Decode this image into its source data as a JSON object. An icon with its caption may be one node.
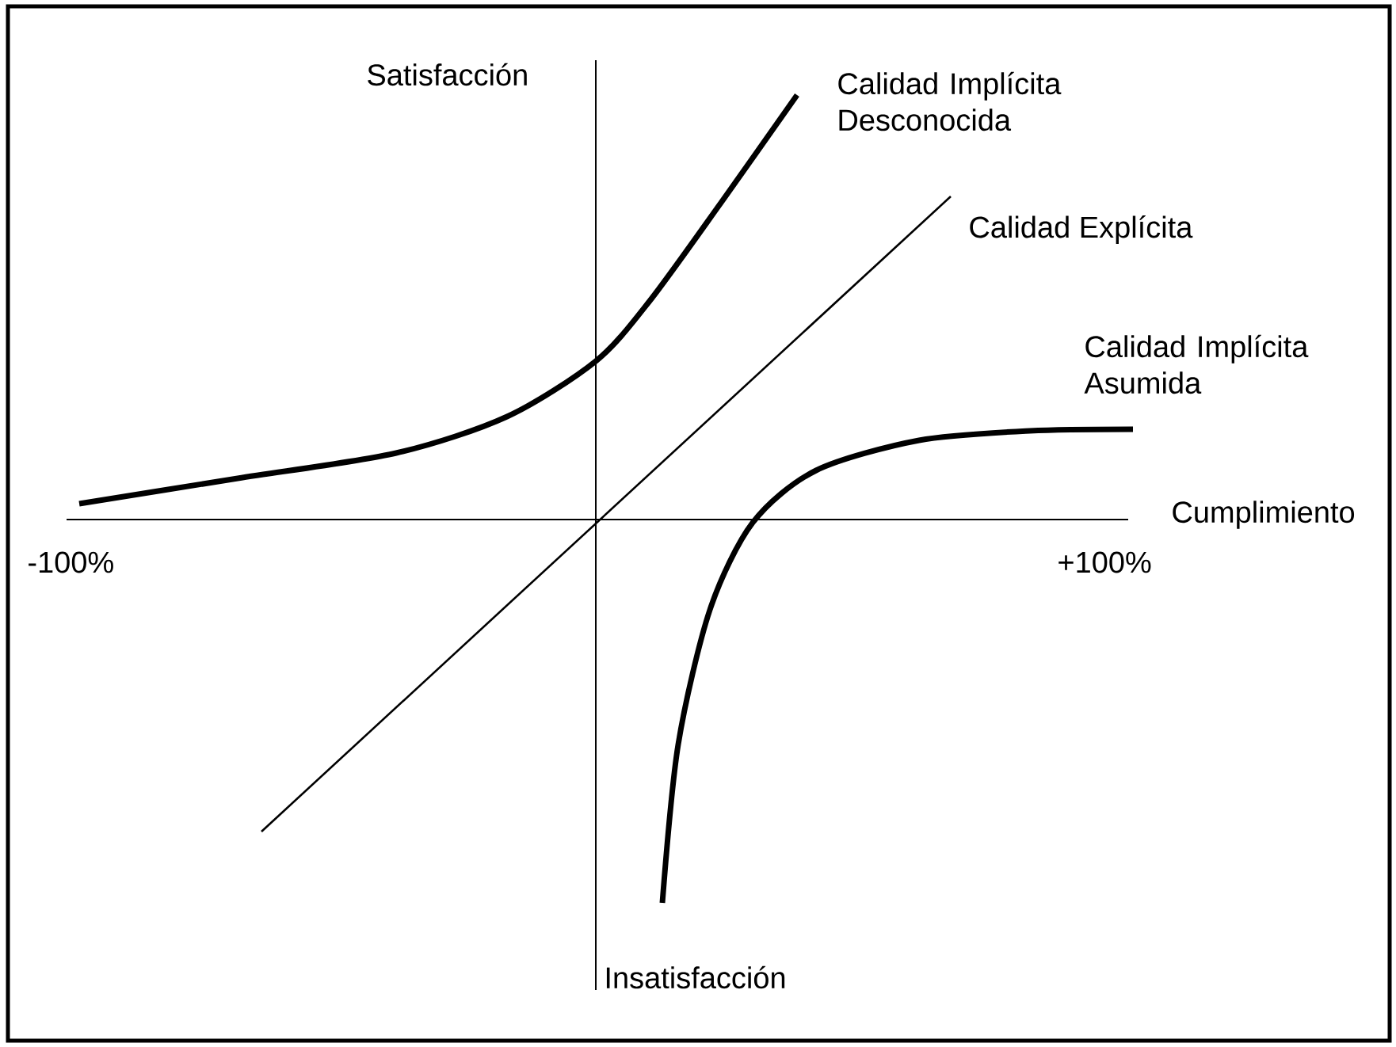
{
  "diagram": {
    "labels": [
      "Satisfacción",
      "Calidad Implícita Desconocida",
      "Calidad Explícita",
      "Calidad Implícita Asumida",
      "Cumplimiento",
      "-100%",
      "+100%",
      "Insatisfacción"
    ]
  }
}
